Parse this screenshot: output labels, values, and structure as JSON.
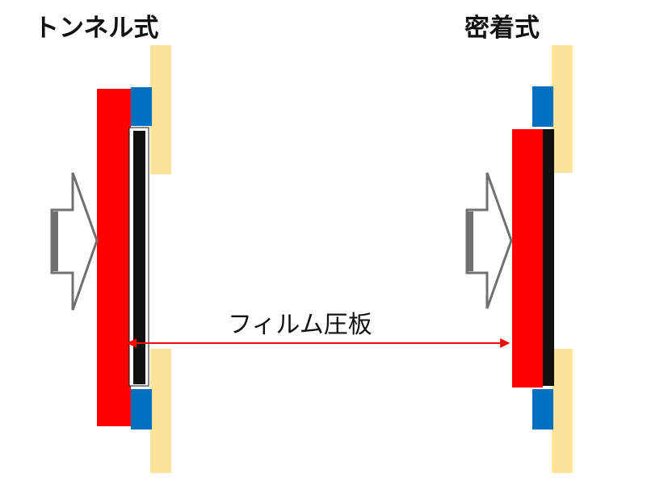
{
  "titles": {
    "left": "トンネル式",
    "right": "密着式"
  },
  "annotation": {
    "label": "フィルム圧板"
  },
  "colors": {
    "frame": "#fbe49a",
    "clamp": "#0070c0",
    "pressure_plate": "#ff0000",
    "film": "#111111",
    "arrow_outline": "#707070",
    "dimension_arrow": "#ff0000"
  }
}
